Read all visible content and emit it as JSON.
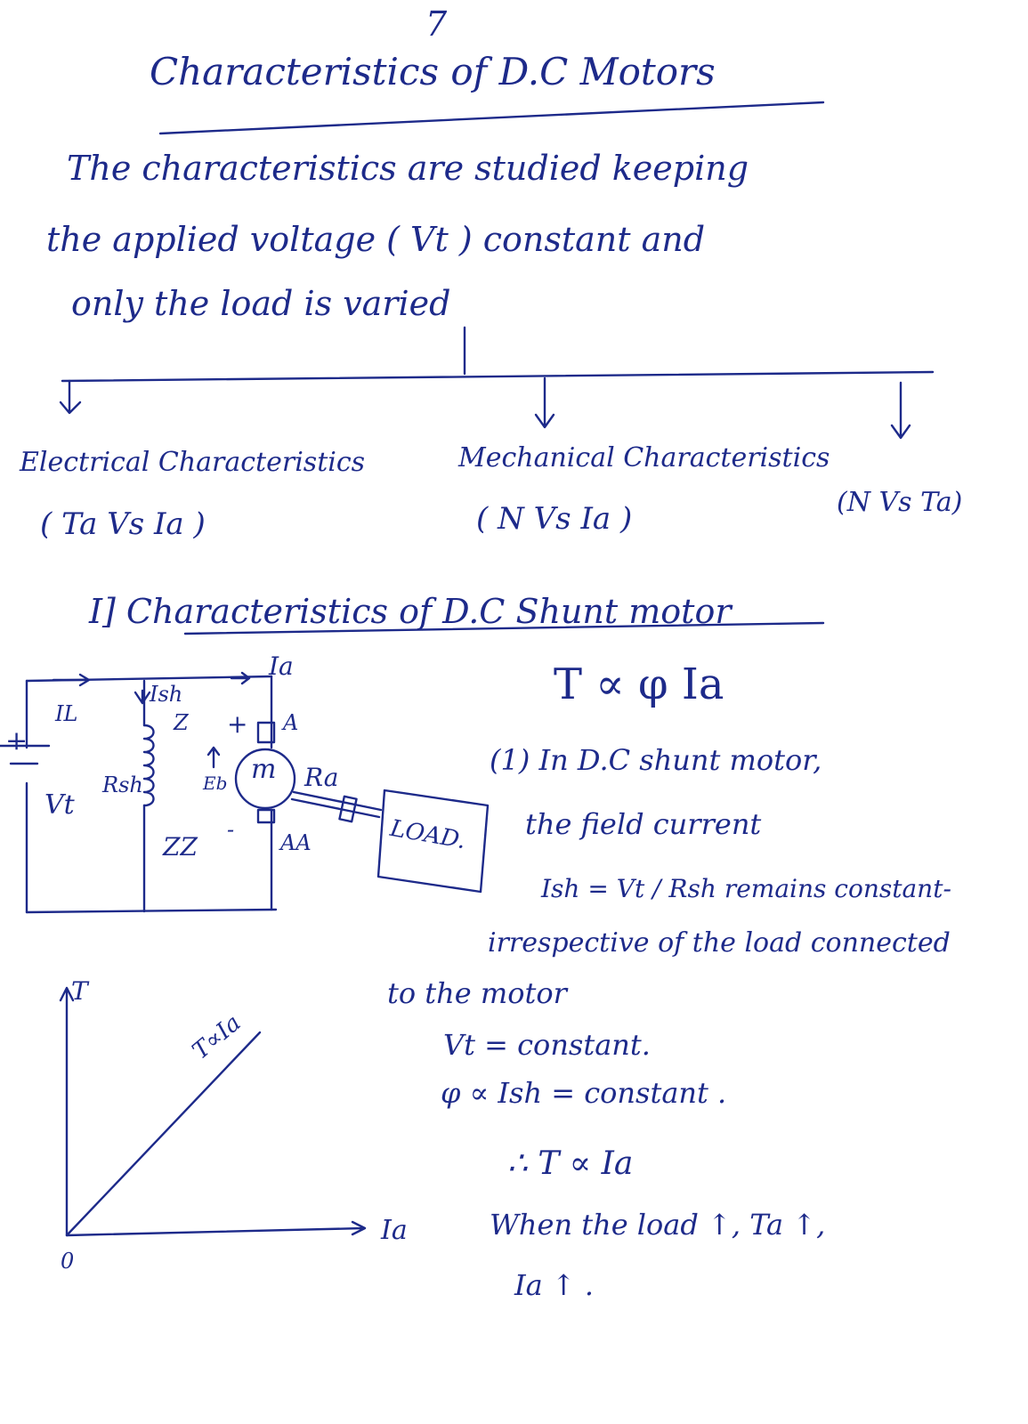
{
  "page_number": "7",
  "title": "Characteristics of D.C Motors",
  "intro_lines": [
    "The characteristics are studied keeping",
    "the applied voltage ( Vt ) constant and",
    "only the load is varied"
  ],
  "branches": [
    {
      "name": "Electrical Characteristics",
      "sub": "( Ta Vs Ia )"
    },
    {
      "name": "Mechanical Characteristics",
      "sub": "( N Vs Ia )"
    },
    {
      "name": "",
      "sub": "(N Vs Ta)"
    }
  ],
  "section": {
    "heading": "I] Characteristics of D.C Shunt motor",
    "equation": "T ∝ φ Ia"
  },
  "circuit": {
    "ia_label": "Ia",
    "il_label": "IL",
    "ish_label": "Ish",
    "z_label": "Z",
    "zz_label": "ZZ",
    "plus_label": "+",
    "minus_label": "-",
    "vt_label": "Vt",
    "rsh_label": "Rsh",
    "motor_label": "m",
    "ra_label": "Ra",
    "eb_label": "Eb",
    "a_label": "A",
    "aa_label": "AA",
    "load_label": "LOAD."
  },
  "notes": [
    "(1) In D.C shunt motor,",
    "the field current",
    "Ish = Vt / Rsh remains constant-",
    "irrespective of the load connected",
    "to the motor",
    "Vt = constant.",
    "φ ∝ Ish = constant .",
    "∴ T ∝ Ia",
    "When the load ↑, Ta ↑,",
    "Ia ↑ ."
  ],
  "graph": {
    "y_label": "T",
    "x_label": "Ia",
    "origin_label": "0",
    "line_label": "T∝Ia"
  }
}
